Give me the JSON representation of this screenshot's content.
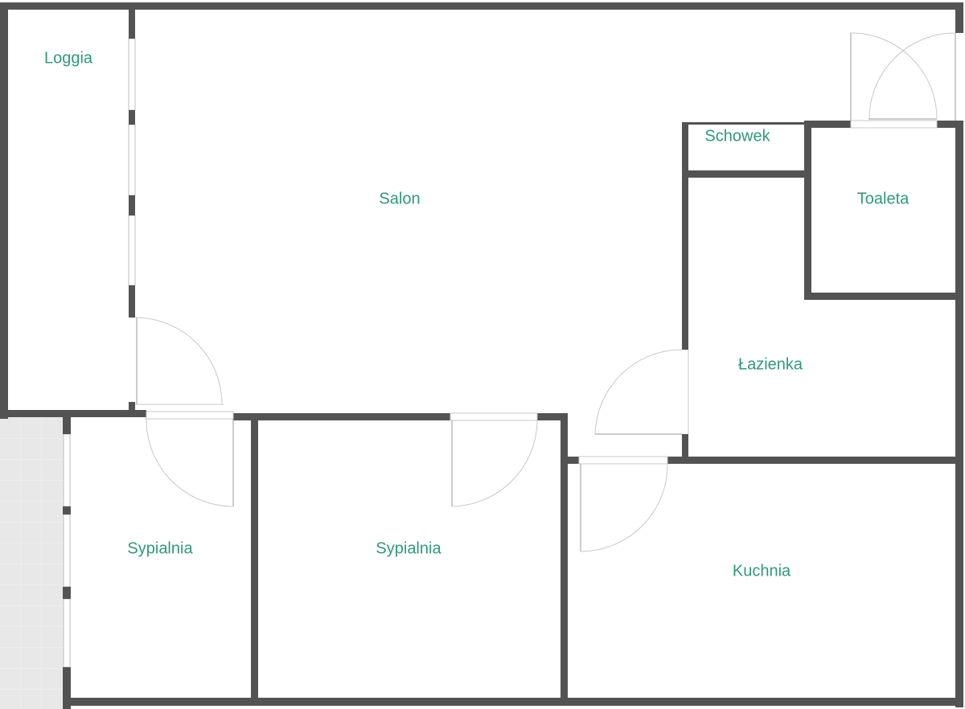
{
  "plan": {
    "wall_color": "#535353",
    "label_color": "#2e9a7a",
    "rooms": {
      "loggia": "Loggia",
      "salon": "Salon",
      "schowek": "Schowek",
      "toaleta": "Toaleta",
      "lazienka": "Łazienka",
      "sypialnia_1": "Sypialnia",
      "sypialnia_2": "Sypialnia",
      "kuchnia": "Kuchnia"
    }
  }
}
